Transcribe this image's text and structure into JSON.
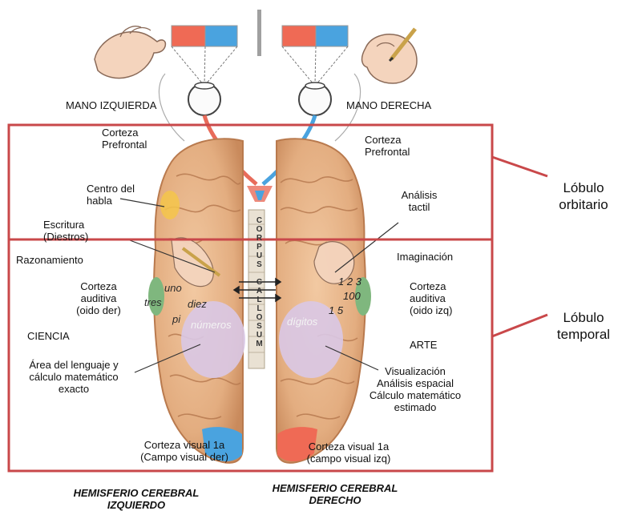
{
  "colors": {
    "frame": "#c9484a",
    "brain": "#e8b88e",
    "brain_dark": "#c98a5c",
    "swatch_red": "#ef6a55",
    "swatch_blue": "#4aa3df",
    "lavender": "#d9c8e6",
    "green": "#7fb77e"
  },
  "icons": [
    "left-hand-icon",
    "right-hand-icon",
    "eye-icon",
    "pencil-icon",
    "brain-illustration"
  ],
  "top": {
    "left_hand": "MANO IZQUIERDA",
    "right_hand": "MANO DERECHA"
  },
  "left": {
    "prefrontal": "Corteza\nPrefrontal",
    "speech": "Centro del\nhabla",
    "writing": "Escritura\n(Diestros)",
    "reasoning": "Razonamiento",
    "auditory": "Corteza\nauditiva\n(oido der)",
    "science": "CIENCIA",
    "language": "Área del lenguaje y\ncálculo matemático\nexacto",
    "visual": "Corteza visual 1a\n(Campo visual der)",
    "words": [
      "uno",
      "tres",
      "diez",
      "pi",
      "números"
    ]
  },
  "right": {
    "prefrontal": "Corteza\nPrefrontal",
    "tactile": "Análisis\ntactil",
    "imagination": "Imaginación",
    "numbers": [
      "1 2 3",
      "100",
      "1 5"
    ],
    "auditory": "Corteza\nauditiva\n(oido izq)",
    "art": "ARTE",
    "visualization": "Visualización\nAnálisis espacial\nCálculo matemático\nestimado",
    "visual": "Corteza visual 1a\n(campo visual izq)",
    "digits": "dígitos"
  },
  "corpus": "CORPUS CALLOSUM",
  "lobes": {
    "orbital": "Lóbulo\norbitario",
    "temporal": "Lóbulo\ntemporal"
  },
  "hemispheres": {
    "left": "HEMISFERIO CEREBRAL\nIZQUIERDO",
    "right": "HEMISFERIO CEREBRAL\nDERECHO"
  }
}
